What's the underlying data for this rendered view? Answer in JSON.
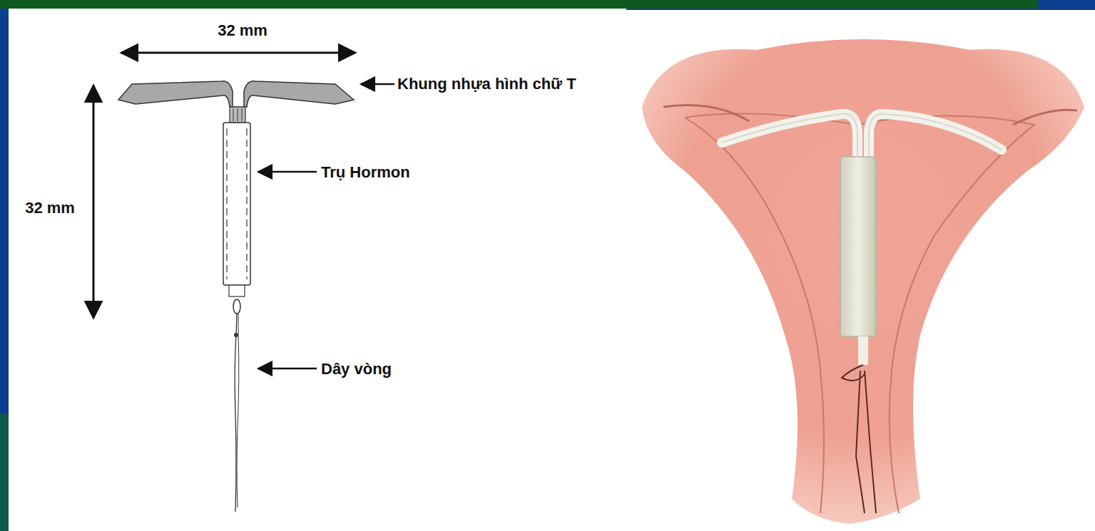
{
  "diagram": {
    "labels": [
      "32 mm",
      "Khung nhựa hình chữ T",
      "Trụ Hormon",
      "32 mm",
      "Dây vòng"
    ]
  }
}
